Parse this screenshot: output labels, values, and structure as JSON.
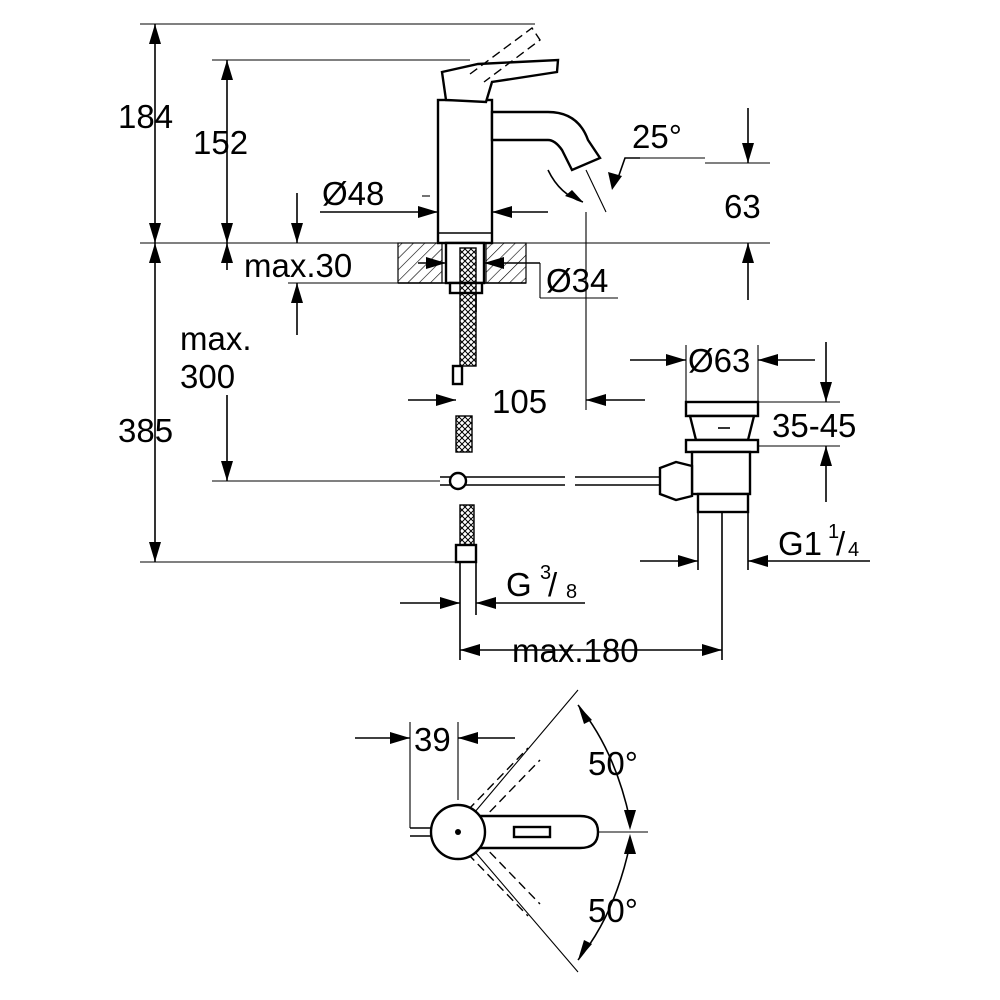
{
  "dimensions": {
    "h_total": "184",
    "h_spout": "152",
    "dia_body": "Ø48",
    "spout_angle": "25°",
    "spout_height": "63",
    "max_counter": "max.30",
    "dia_hole": "Ø34",
    "max_hose_a": "max.",
    "max_hose_b": "300",
    "h_below": "385",
    "spout_reach": "105",
    "dia_waste": "Ø63",
    "waste_range": "35-45",
    "waste_thread_main": "G1",
    "waste_thread_num": "1",
    "waste_thread_den": "4",
    "supply_thread_main": "G",
    "supply_thread_num": "3",
    "supply_thread_den": "8",
    "max_waste_dist": "max.180",
    "lever_width": "39",
    "swing_top": "50°",
    "swing_bottom": "50°"
  }
}
